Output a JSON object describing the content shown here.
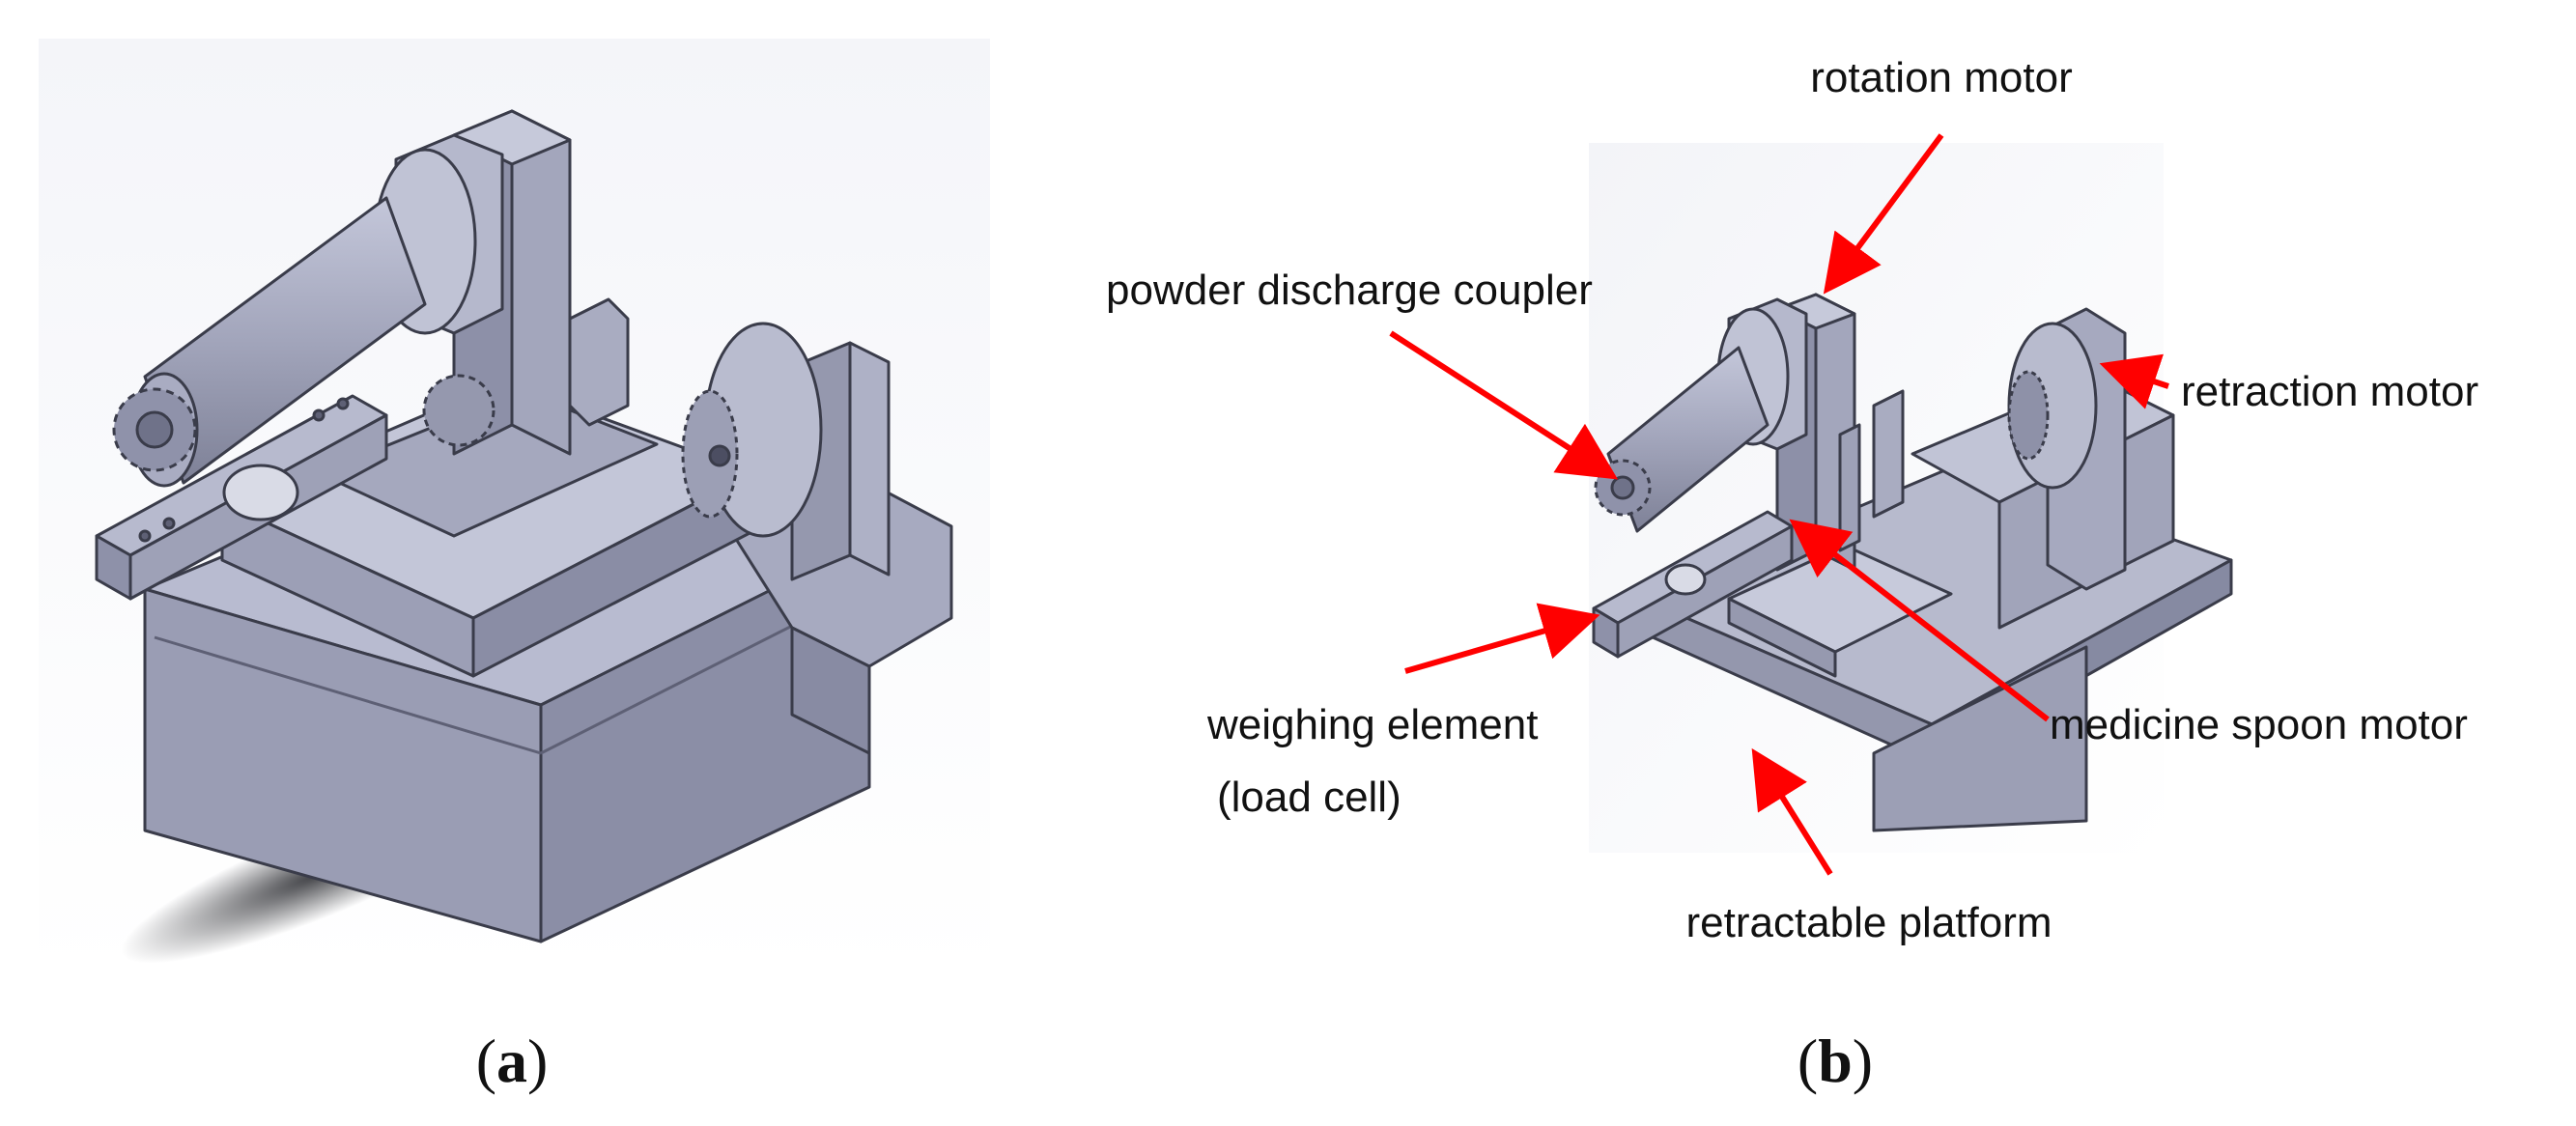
{
  "panels": [
    {
      "id": "a",
      "caption_letter": "a"
    },
    {
      "id": "b",
      "caption_letter": "b"
    }
  ],
  "callouts": {
    "rotation_motor": "rotation motor",
    "powder_discharge_coupler": "powder discharge coupler",
    "retraction_motor": "retraction motor",
    "weighing_element_line1": "weighing element",
    "weighing_element_line2": "(load cell)",
    "medicine_spoon_motor": "medicine spoon motor",
    "retractable_platform": "retractable platform"
  },
  "colors": {
    "model_face_light": "#b4b7cc",
    "model_face_mid": "#9a9db4",
    "model_face_dark": "#7b7e95",
    "arrow": "#ff0000",
    "background_gradient_top": "#f2f3f7"
  }
}
